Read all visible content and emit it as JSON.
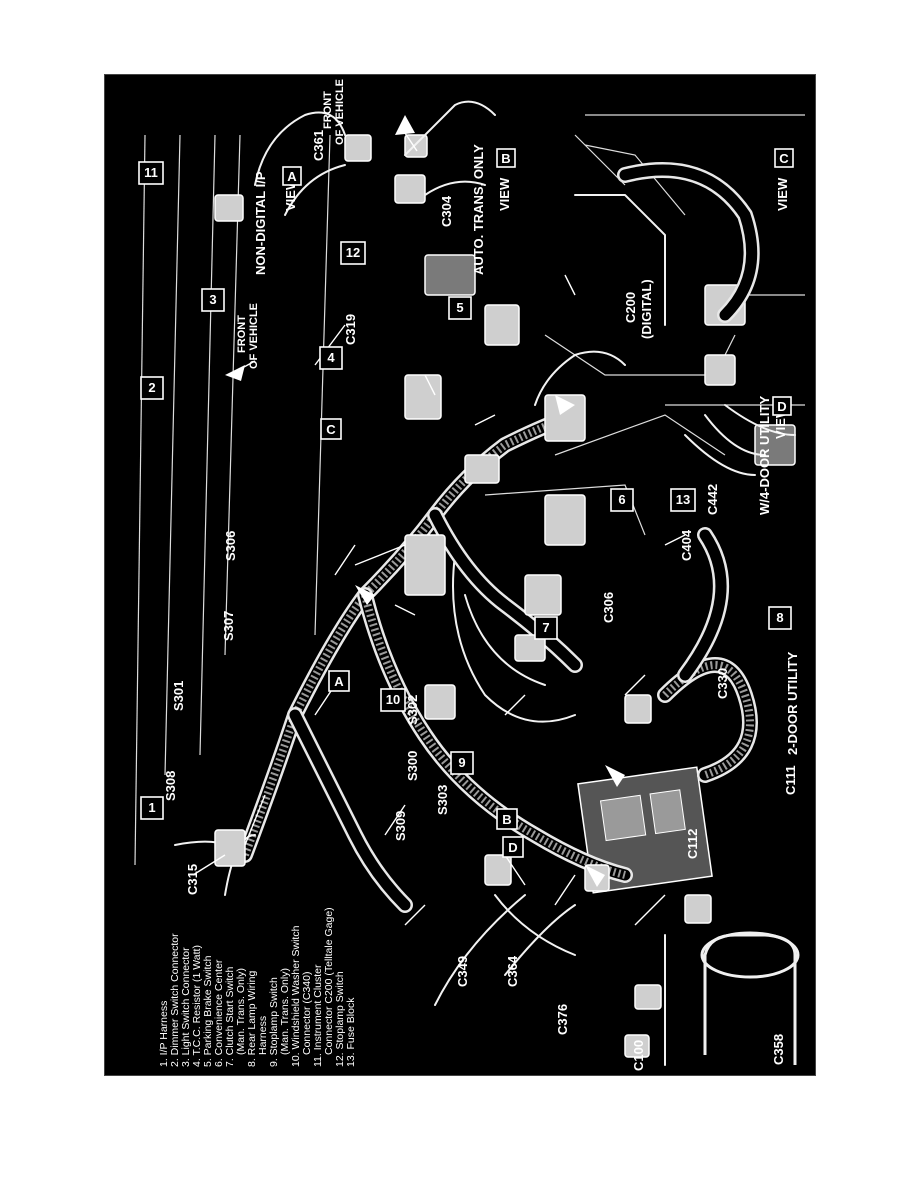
{
  "legend": [
    "1. I/P Harness",
    "2. Dimmer Switch Connector",
    "3. Light Switch Connector",
    "4. T.C.C. Resistor (1 Watt)",
    "5. Parking Brake Switch",
    "6. Convenience Center",
    "7. Clutch Start Switch",
    "(Man. Trans. Only)",
    "8. Rear Lamp Wiring",
    "Harness",
    "9. Stoplamp Switch",
    "(Man. Trans. Only)",
    "10. Windshield Washer Switch",
    "Connector (C340)",
    "11. Instrument Cluster",
    "Connector C200 (Telltale Gage)",
    "12. Stoplamp Switch",
    "13. Fuse Block"
  ],
  "callouts": [
    "1",
    "2",
    "3",
    "4",
    "5",
    "6",
    "7",
    "8",
    "9",
    "10",
    "11",
    "12",
    "13"
  ],
  "view_letters": [
    "A",
    "B",
    "C",
    "D"
  ],
  "connector_labels": {
    "c315": "C315",
    "c349": "C349",
    "c364": "C364",
    "c376": "C376",
    "c100": "C100",
    "c358": "C358",
    "c112": "C112",
    "c111": "C111",
    "c330": "C330",
    "c306": "C306",
    "c404": "C404",
    "c442": "C442",
    "c319": "C319",
    "c200_digital": "C200",
    "c200_digital_sub": "(DIGITAL)",
    "c304": "C304",
    "c361": "C361"
  },
  "splice_labels": {
    "s308": "S308",
    "s301": "S301",
    "s307": "S307",
    "s306": "S306",
    "s309": "S309",
    "s303": "S303",
    "s300": "S300",
    "s302": "S302"
  },
  "view_captions": {
    "view_a_title": "NON-DIGITAL I/P",
    "view_a": "VIEW",
    "view_b_title": "AUTO. TRANS. ONLY",
    "view_b": "VIEW",
    "view_c": "VIEW",
    "view_d_title": "W/4-DOOR UTILITY",
    "view_d": "VIEW",
    "two_door_utility": "2-DOOR UTILITY",
    "front_of_vehicle_line1": "FRONT",
    "front_of_vehicle_line2": "OF VEHICLE"
  },
  "colors": {
    "background": "#000000",
    "ink": "#ffffff",
    "page": "#ffffff"
  }
}
